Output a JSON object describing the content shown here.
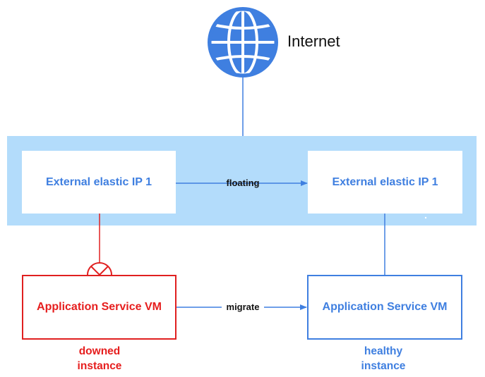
{
  "internet": {
    "label": "Internet",
    "icon": "globe-icon"
  },
  "eip_left": {
    "label": "External elastic IP 1"
  },
  "eip_right": {
    "label": "External elastic IP 1"
  },
  "edges": {
    "floating": "floating",
    "migrate": "migrate"
  },
  "vm_left": {
    "label": "Application Service VM",
    "status_line1": "downed",
    "status_line2": "instance"
  },
  "vm_right": {
    "label": "Application Service VM",
    "status_line1": "healthy",
    "status_line2": "instance"
  },
  "colors": {
    "blue": "#3f7fe0",
    "red": "#e61e1e",
    "band": "#b3dcfb"
  }
}
